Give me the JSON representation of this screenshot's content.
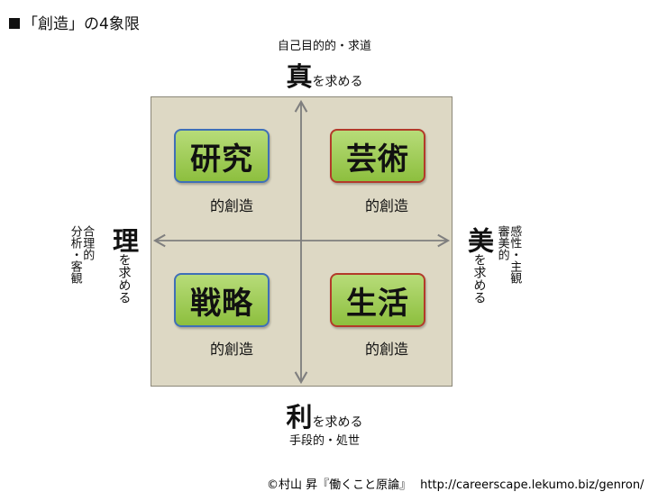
{
  "title": "「創造」の4象限",
  "top": {
    "sub": "自己目的的・求道",
    "main": "真",
    "suffix": "を求める"
  },
  "bottom": {
    "main": "利",
    "suffix": "を求める",
    "sub": "手段的・処世"
  },
  "left": {
    "main": "理",
    "suffix": "を求める",
    "sub_col1": "合理的",
    "sub_col2": "分析・客観"
  },
  "right": {
    "main": "美",
    "suffix": "を求める",
    "sub_col1": "感性・主観",
    "sub_col2": "審美的"
  },
  "quadrants": [
    {
      "name": "研究",
      "label": "的創造",
      "border": "#3f6fb7"
    },
    {
      "name": "芸術",
      "label": "的創造",
      "border": "#b33a2a"
    },
    {
      "name": "戦略",
      "label": "的創造",
      "border": "#3f6fb7"
    },
    {
      "name": "生活",
      "label": "的創造",
      "border": "#b33a2a"
    }
  ],
  "credit": {
    "author": "©村山 昇『働くこと原論』",
    "url": "http://careerscape.lekumo.biz/genron/"
  },
  "colors": {
    "board": "#ddd8c4",
    "box_fill": "#9fcb55",
    "axis": "#7f7f7f"
  }
}
